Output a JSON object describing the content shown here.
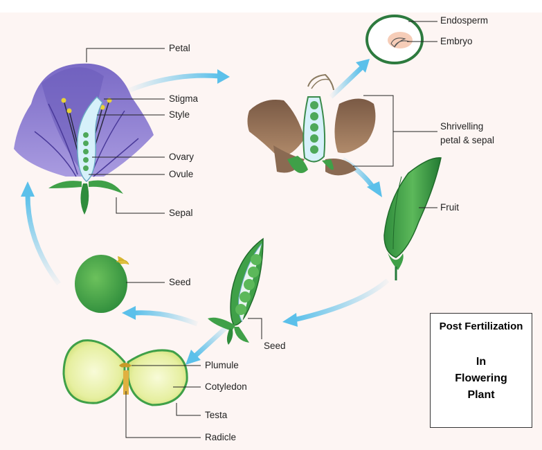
{
  "labels": {
    "petal": "Petal",
    "stigma": "Stigma",
    "style": "Style",
    "ovary": "Ovary",
    "ovule": "Ovule",
    "sepal": "Sepal",
    "endosperm": "Endosperm",
    "embryo": "Embryo",
    "shrivelling": "Shrivelling\npetal & sepal",
    "fruit": "Fruit",
    "seed_pod": "Seed",
    "seed": "Seed",
    "plumule": "Plumule",
    "cotyledon": "Cotyledon",
    "testa": "Testa",
    "radicle": "Radicle"
  },
  "title_box": {
    "line1": "Post Fertilization",
    "line2": "In\nFlowering\nPlant"
  },
  "colors": {
    "arrow": "#5bc0ea",
    "petal_purple": "#8b7bd0",
    "leaf_green": "#3fa048",
    "dark_green": "#237a3a",
    "brown": "#8a6a52",
    "seed_yellow": "#e8f0a0",
    "background": "#fdf5f3"
  }
}
